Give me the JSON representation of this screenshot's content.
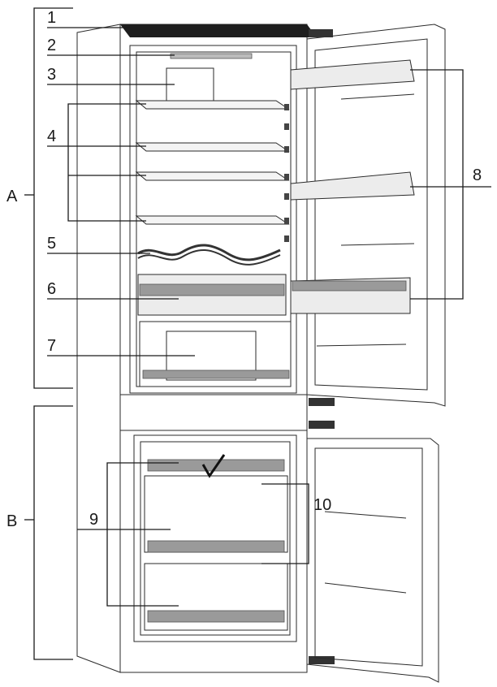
{
  "zones": {
    "upper": "A",
    "lower": "B"
  },
  "callouts": [
    "1",
    "2",
    "3",
    "4",
    "5",
    "6",
    "7",
    "8",
    "9",
    "10"
  ]
}
